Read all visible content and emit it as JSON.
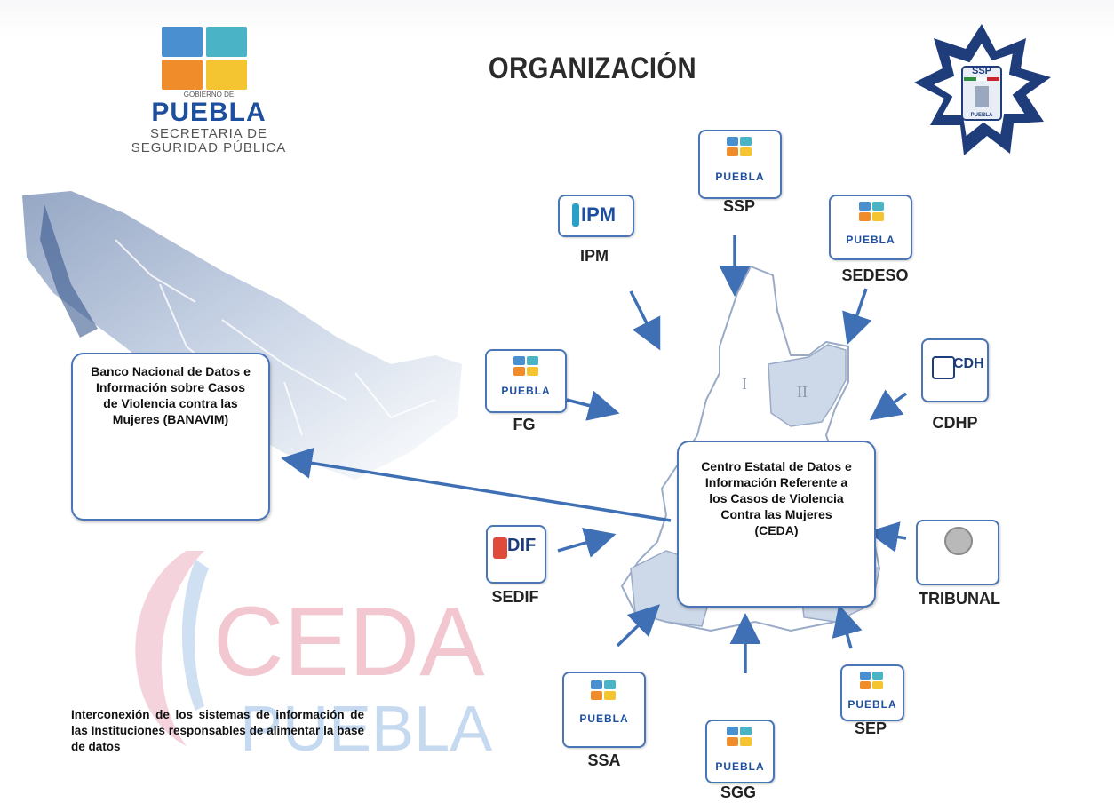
{
  "title": "ORGANIZACIÓN",
  "header_logo": {
    "gobierno": "GOBIERNO DE",
    "name": "PUEBLA",
    "line1": "SECRETARIA DE",
    "line2": "SEGURIDAD PÚBLICA"
  },
  "badge": {
    "top": "SSP",
    "bottom": "PUEBLA"
  },
  "banavim": "Banco Nacional de Datos e Información sobre Casos de Violencia contra las Mujeres (BANAVIM)",
  "ceda": "Centro Estatal de Datos e Información Referente a los Casos de Violencia Contra las Mujeres (CEDA)",
  "watermark": {
    "line1": "CEDA",
    "line2": "PUEBLA"
  },
  "footnote": "Interconexión de los sistemas de información de las Instituciones responsables de alimentar la base de datos",
  "map_labels": {
    "region1": "I",
    "region2": "II"
  },
  "institutions": [
    {
      "id": "ssp",
      "label": "SSP"
    },
    {
      "id": "ipm",
      "label": "IPM",
      "logo_text": "IPM"
    },
    {
      "id": "sedeso",
      "label": "SEDESO"
    },
    {
      "id": "fg",
      "label": "FG"
    },
    {
      "id": "cdhp",
      "label": "CDHP",
      "logo_text": "CDH"
    },
    {
      "id": "sedif",
      "label": "SEDIF",
      "logo_text": "DIF"
    },
    {
      "id": "tribunal",
      "label": "TRIBUNAL"
    },
    {
      "id": "ssa",
      "label": "SSA"
    },
    {
      "id": "sgg",
      "label": "SGG"
    },
    {
      "id": "sep",
      "label": "SEP"
    }
  ],
  "puebla_logo_word": "PUEBLA",
  "colors": {
    "accent": "#4a76b8",
    "arrow": "#3f6fb5",
    "map": "#cdd8e8",
    "watermark_pink": "#f2c7d0",
    "watermark_blue": "#c5daf0"
  }
}
